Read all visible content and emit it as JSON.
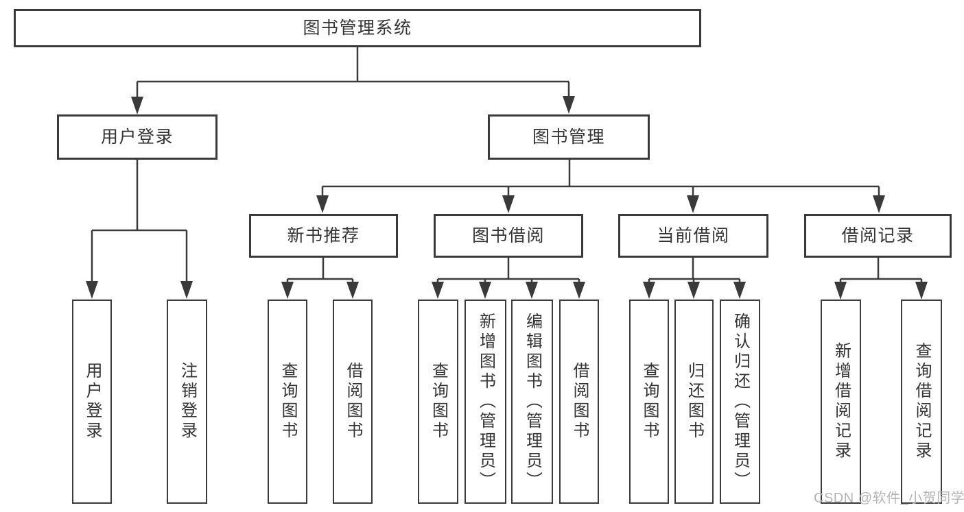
{
  "diagram_title": "图书管理系统",
  "tree": {
    "root": {
      "label": "图书管理系统"
    },
    "branches": [
      {
        "label": "用户登录",
        "children": [
          {
            "label": "用户登录"
          },
          {
            "label": "注销登录"
          }
        ]
      },
      {
        "label": "图书管理",
        "children": [
          {
            "label": "新书推荐",
            "children": [
              {
                "label": "查询图书"
              },
              {
                "label": "借阅图书"
              }
            ]
          },
          {
            "label": "图书借阅",
            "children": [
              {
                "label": "查询图书"
              },
              {
                "label": "新增图书（管理员）"
              },
              {
                "label": "编辑图书（管理员）"
              },
              {
                "label": "借阅图书"
              }
            ]
          },
          {
            "label": "当前借阅",
            "children": [
              {
                "label": "查询图书"
              },
              {
                "label": "归还图书"
              },
              {
                "label": "确认归还（管理员）"
              }
            ]
          },
          {
            "label": "借阅记录",
            "children": [
              {
                "label": "新增借阅记录"
              },
              {
                "label": "查询借阅记录"
              }
            ]
          }
        ]
      }
    ]
  },
  "watermark": {
    "text": "CSDN @软件_小贺同学"
  },
  "colors": {
    "line": "#3a3a3a",
    "border": "#3a3a3a",
    "text": "#333333",
    "background": "#ffffff",
    "watermark": "#b4b4b4"
  }
}
